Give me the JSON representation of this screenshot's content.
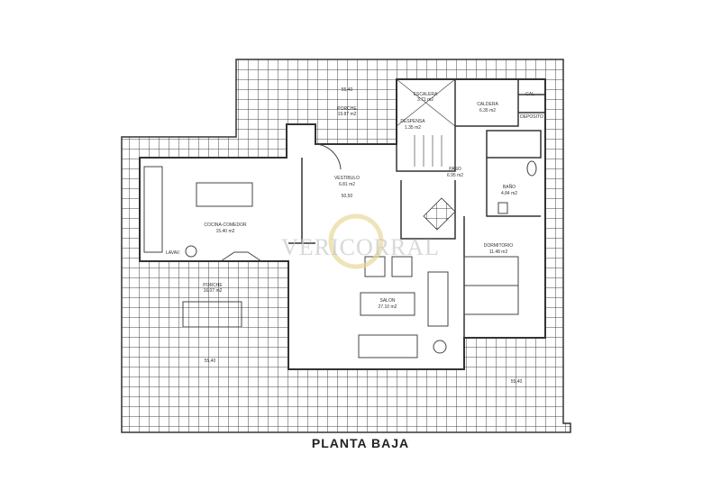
{
  "title": "PLANTA BAJA",
  "watermark": "VERICORRAL",
  "rooms": {
    "porche_top": {
      "name": "PORCHE",
      "area": "19.87 m2",
      "level": "55,40"
    },
    "escalera": {
      "name": "ESCALERA",
      "area": "3.71 m2"
    },
    "despensa": {
      "name": "DESPENSA",
      "area": "1.35 m2"
    },
    "caldera": {
      "name": "CALDERA",
      "area": "6.35 m2"
    },
    "cal": {
      "name": "CAL"
    },
    "deposito": {
      "name": "DEPOSITO"
    },
    "paso": {
      "name": "PASO",
      "area": "6.95 m2"
    },
    "bano": {
      "name": "BAÑO",
      "area": "4.84 m2"
    },
    "vestibulo": {
      "name": "VESTIBULO",
      "area": "6.81 m2",
      "level": "50,50"
    },
    "cocina": {
      "name": "COCINA-COMEDOR",
      "area": "15.40 m2"
    },
    "lavav": {
      "name": "LAVAV."
    },
    "porche_left": {
      "name": "PORCHE",
      "area": "16.07 m2",
      "level": "55,40"
    },
    "salon": {
      "name": "SALON",
      "area": "27.10 m2"
    },
    "dormitorio": {
      "name": "DORMITORIO",
      "area": "11.48 m2"
    },
    "exterior_right": {
      "level": "55,40"
    }
  },
  "colors": {
    "lines": "#333333",
    "watermark_gold": "#e8d79a"
  }
}
